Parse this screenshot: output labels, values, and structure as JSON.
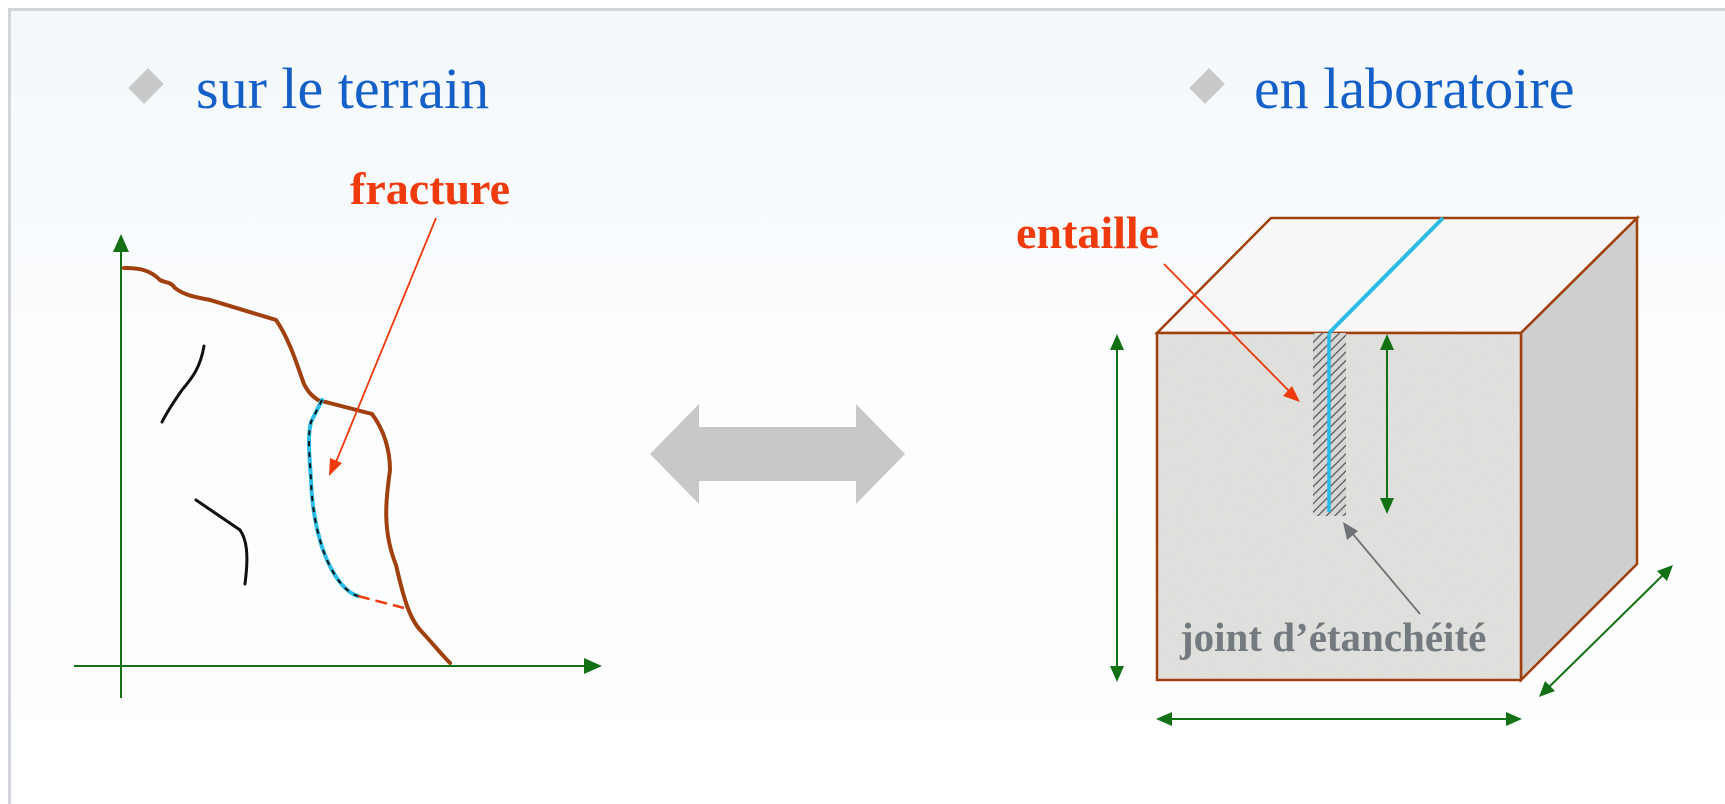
{
  "headings": {
    "field": "sur le terrain",
    "lab": "en laboratoire"
  },
  "labels": {
    "fracture": "fracture",
    "notch": "entaille",
    "seal": "joint d’étanchéité"
  },
  "icons": {
    "bullet": "diamond-icon",
    "equivalence": "double-arrow-icon"
  },
  "colors": {
    "heading": "#1560c8",
    "highlight": "#ee3a0c",
    "rock_boundary": "#a0400e",
    "axes": "#137015",
    "fracture_trace": "#2bbce6",
    "seal_text": "#737b80",
    "bullet": "#c9c9c9"
  }
}
